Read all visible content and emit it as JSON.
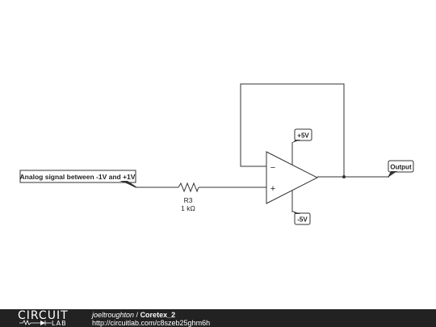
{
  "diagram": {
    "input_label": "Analog signal between -1V and +1V",
    "resistor_name": "R3",
    "resistor_value": "1 kΩ",
    "opamp_minus": "−",
    "opamp_plus": "+",
    "vpos_label": "+5V",
    "vneg_label": "-5V",
    "output_label": "Output"
  },
  "footer": {
    "logo_top": "CIRCUIT",
    "logo_bottom": "LAB",
    "author": "joeltroughton",
    "separator": " / ",
    "project": "Coretex_2",
    "url": "http://circuitlab.com/c8szeb25ghm6h"
  },
  "colors": {
    "wire": "#333333",
    "label_border": "#333333",
    "footer_bg": "#222222",
    "footer_text": "#ffffff"
  }
}
